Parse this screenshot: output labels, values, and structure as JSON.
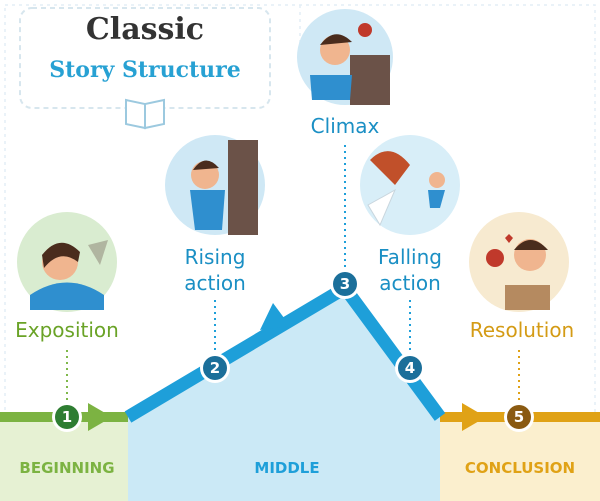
{
  "title": {
    "line1": "Classic",
    "line2": "Story Structure"
  },
  "stages": [
    {
      "number": "1",
      "label": "Exposition"
    },
    {
      "number": "2",
      "label_line1": "Rising",
      "label_line2": "action"
    },
    {
      "number": "3",
      "label": "Climax"
    },
    {
      "number": "4",
      "label_line1": "Falling",
      "label_line2": "action"
    },
    {
      "number": "5",
      "label": "Resolution"
    }
  ],
  "sections": {
    "beginning": "BEGINNING",
    "middle": "MIDDLE",
    "conclusion": "CONCLUSION"
  },
  "colors": {
    "beginning": "#7cb342",
    "beginning_bg": "#e6f1d3",
    "middle": "#1e9fd9",
    "middle_bg": "#cbe9f6",
    "conclusion": "#e0a216",
    "conclusion_bg": "#fbefce",
    "number_circle": "#1b6f9a"
  },
  "icons": [
    "book-icon",
    "arrow-right-icon"
  ]
}
